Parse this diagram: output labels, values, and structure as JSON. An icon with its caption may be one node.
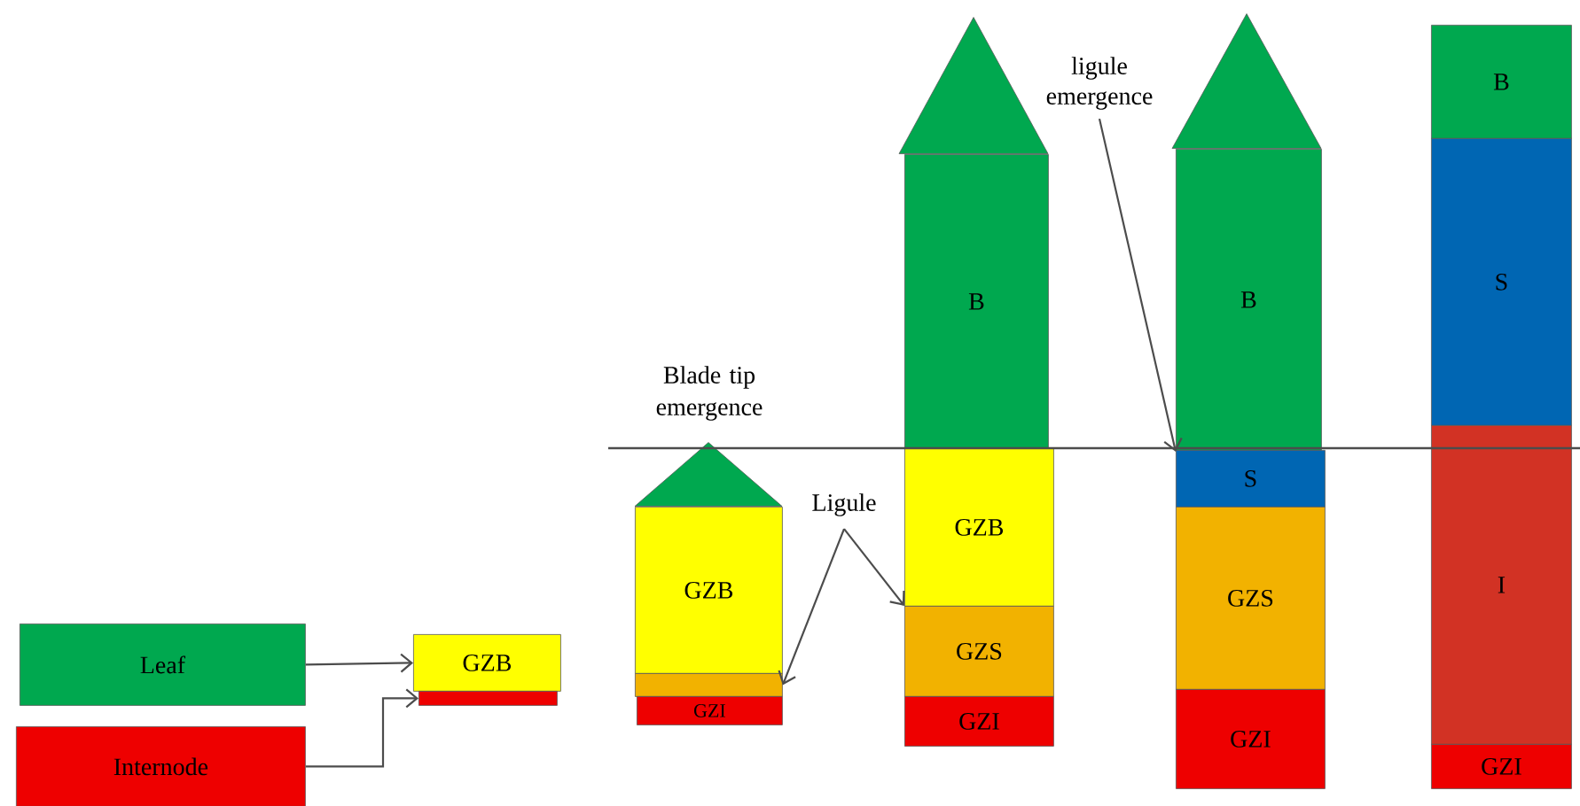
{
  "diagram": {
    "nodes": [
      {
        "text": [
          "Leaf"
        ]
      },
      {
        "text": [
          "Internode"
        ]
      },
      {
        "text": [
          "GZB"
        ]
      },
      {
        "text": [],
        "shape": "bar"
      },
      {
        "text": [],
        "shape": "triangle"
      },
      {
        "text": [
          "GZB"
        ]
      },
      {
        "text": [],
        "shape": "bar"
      },
      {
        "text": [
          "GZI"
        ]
      },
      {
        "text": [],
        "shape": "triangle"
      },
      {
        "text": [
          "B"
        ]
      },
      {
        "text": [
          "GZB"
        ]
      },
      {
        "text": [
          "GZS"
        ]
      },
      {
        "text": [
          "GZI"
        ]
      },
      {
        "text": [],
        "shape": "triangle"
      },
      {
        "text": [
          "B"
        ]
      },
      {
        "text": [
          "S"
        ]
      },
      {
        "text": [
          "GZS"
        ]
      },
      {
        "text": [
          "GZI"
        ]
      },
      {
        "text": [
          "B"
        ]
      },
      {
        "text": [
          "S"
        ]
      },
      {
        "text": [
          "I"
        ]
      },
      {
        "text": [
          "GZI"
        ]
      },
      {
        "text": [
          "Ligule"
        ]
      },
      {
        "text": [
          "ligule emergence"
        ]
      }
    ],
    "edges": [
      {
        "from": 0,
        "to": 2,
        "arrow": "to"
      },
      {
        "from": 1,
        "to": 3,
        "arrow": "to"
      },
      {
        "from": 22,
        "to": 6,
        "arrow": "to"
      },
      {
        "from": 22,
        "to": 11,
        "arrow": "to"
      },
      {
        "from": 23,
        "to": 15,
        "arrow": "to"
      }
    ],
    "labels": [
      "Blade tip emergence"
    ]
  }
}
